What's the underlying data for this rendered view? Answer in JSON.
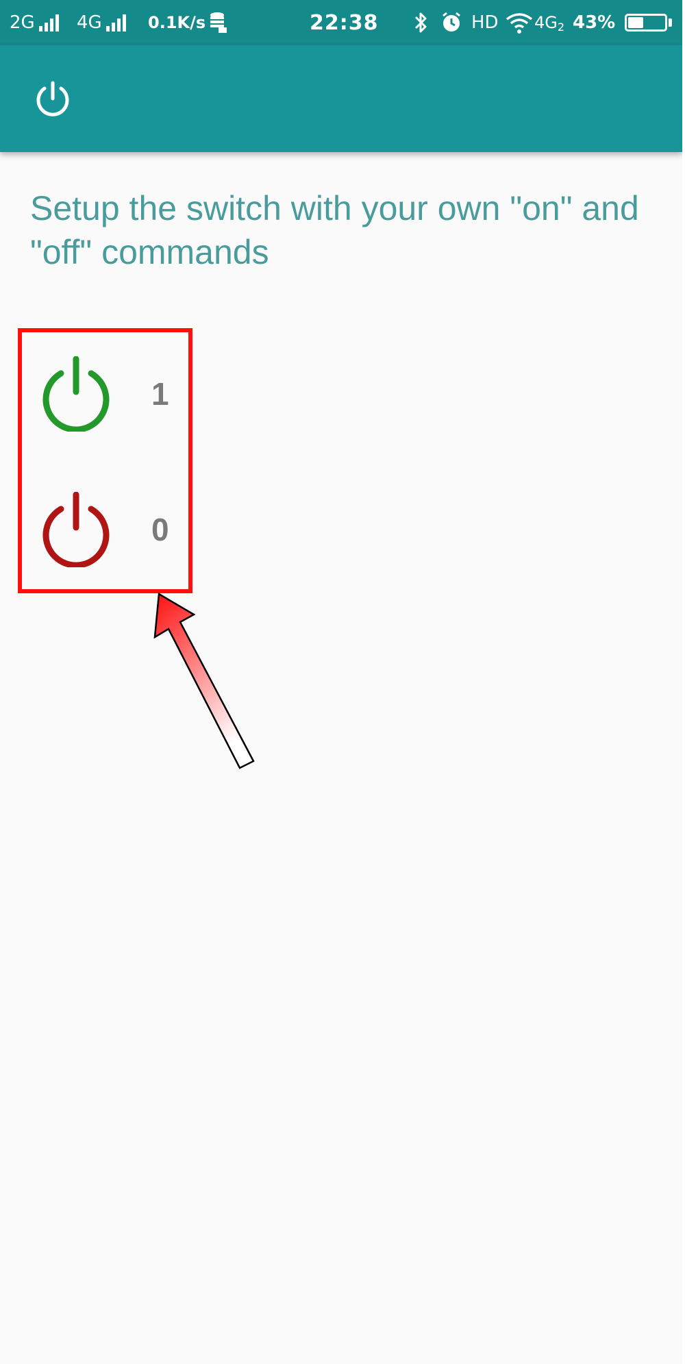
{
  "status_bar": {
    "sim1": "2G",
    "sim2": "4G",
    "speed": "0.1K/s",
    "time": "22:38",
    "hd": "HD",
    "net": "4G",
    "net_sub": "2",
    "battery_text": "43%",
    "battery_level": 0.43
  },
  "app_bar": {
    "icon": "power-icon"
  },
  "instruction": "Setup the switch with your own \"on\" and \"off\" commands",
  "commands": {
    "on": {
      "icon": "power-on-icon",
      "value": "1",
      "color": "#22992a"
    },
    "off": {
      "icon": "power-off-icon",
      "value": "0",
      "color": "#b01515"
    }
  },
  "annotation": {
    "box_color": "#ff1010",
    "arrow_color": "#ff1010"
  },
  "colors": {
    "status_bar": "#158a8b",
    "app_bar": "#189599",
    "instruction_text": "#4a9c9c",
    "background": "#fafafa"
  }
}
